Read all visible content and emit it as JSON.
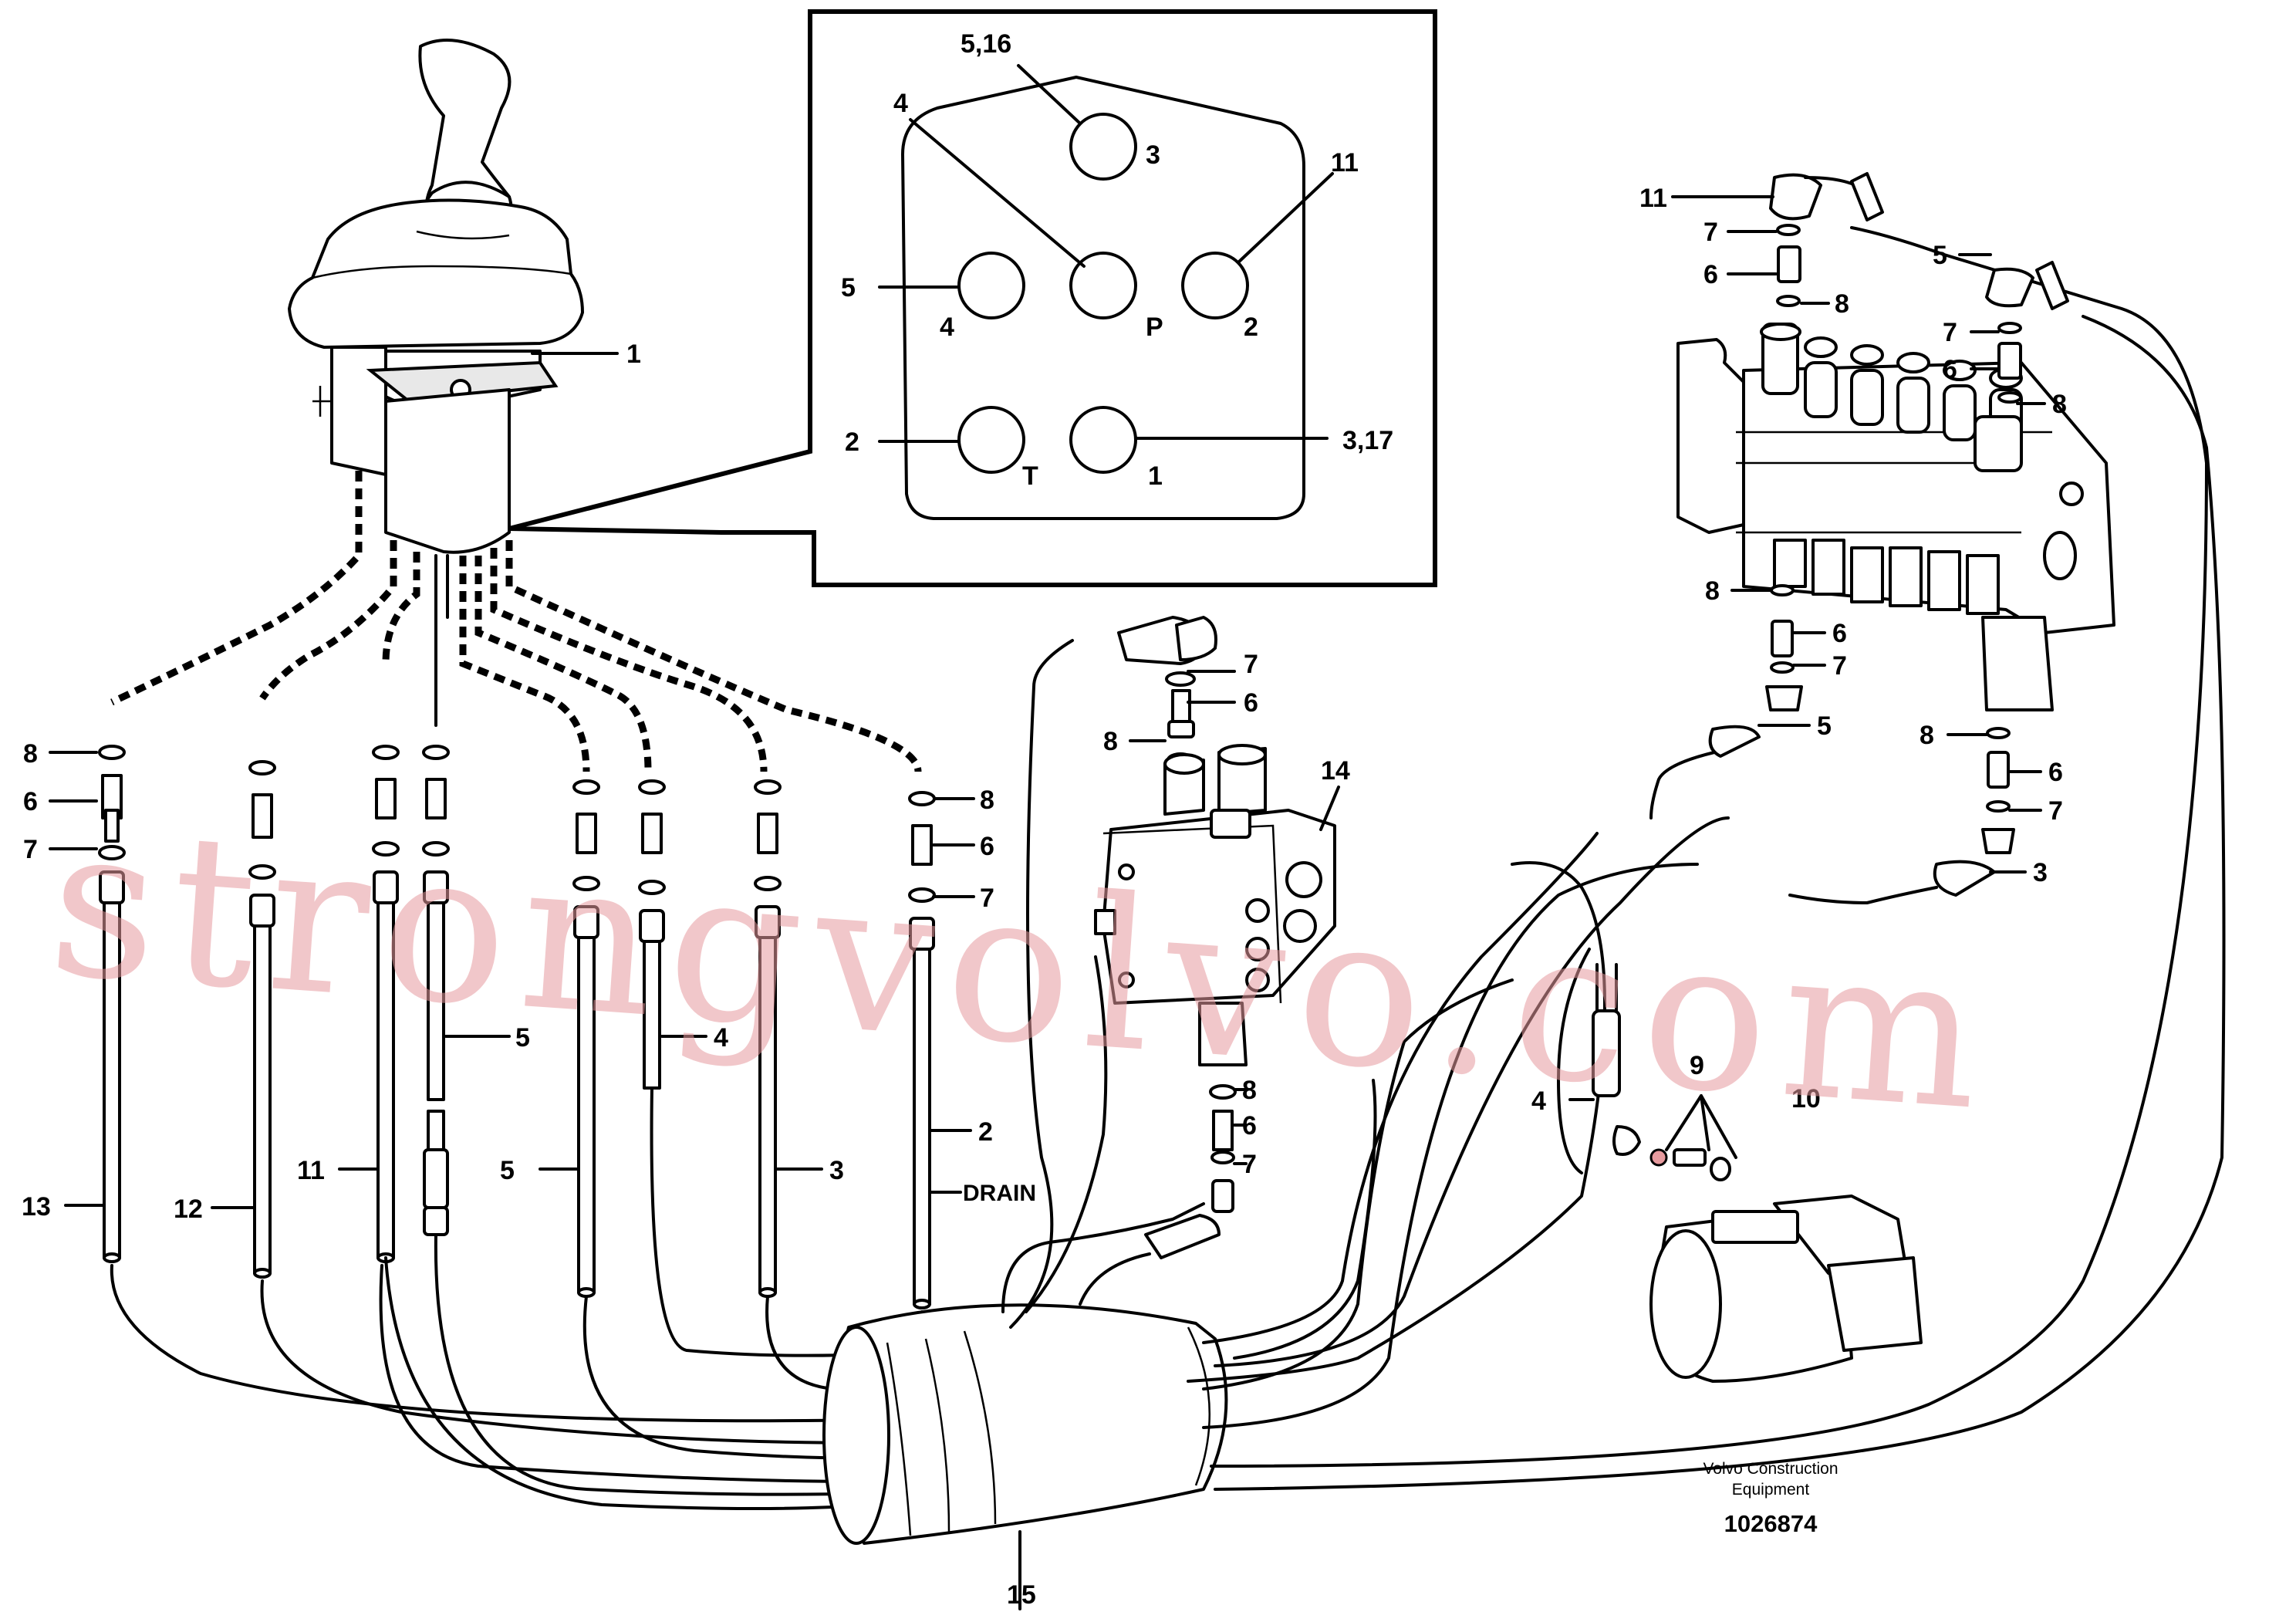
{
  "callouts": {
    "joystick": "1",
    "hose_13": "13",
    "hose_12": "12",
    "hose_11": "11",
    "hose_5a": "5",
    "hose_5b": "5",
    "hose_4": "4",
    "hose_3": "3",
    "hose_2": "2",
    "drain": "DRAIN",
    "oring_8_left": "8",
    "adapter_6_left": "6",
    "washer_7_left": "7",
    "oring_8_mid": "8",
    "adapter_6_mid": "6",
    "washer_7_mid": "7",
    "valve_14": "14",
    "valve_top_7": "7",
    "valve_top_6": "6",
    "valve_top_8": "8",
    "valve_bot_8": "8",
    "valve_bot_6": "6",
    "valve_bot_7": "7",
    "mb_11": "11",
    "mb_7a": "7",
    "mb_6a": "6",
    "mb_8a": "8",
    "mb_5": "5",
    "mb_7b": "7",
    "mb_6b": "6",
    "mb_8b": "8",
    "mb_8c": "8",
    "mb_6c": "6",
    "mb_7c": "7",
    "mb_hose5": "5",
    "mb_8d": "8",
    "mb_6d": "6",
    "mb_7d": "7",
    "mb_3": "3",
    "pump_4": "4",
    "pump_9": "9",
    "pump_10": "10",
    "sleeve_15": "15"
  },
  "inset": {
    "top_label": "5,16",
    "port_3": "3",
    "left_4": "4",
    "right_11": "11",
    "left_5": "5",
    "port_4": "4",
    "port_P": "P",
    "port_2": "2",
    "left_2": "2",
    "port_T": "T",
    "port_1": "1",
    "right_3_17": "3,17"
  },
  "footer": {
    "credit_line1": "Volvo Construction",
    "credit_line2": "Equipment",
    "doc_number": "1026874"
  },
  "watermark": "strongvolvo.com"
}
